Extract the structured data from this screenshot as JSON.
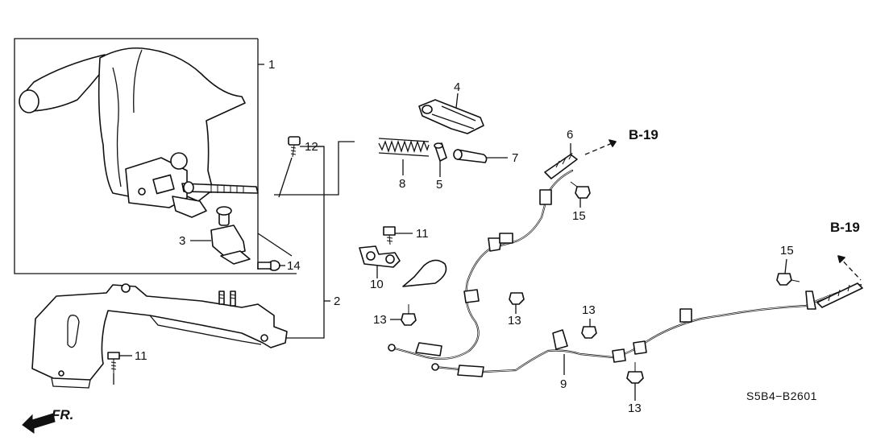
{
  "diagram": {
    "callouts": {
      "n1": "1",
      "n2": "2",
      "n3": "3",
      "n4": "4",
      "n5": "5",
      "n6": "6",
      "n7": "7",
      "n8": "8",
      "n9": "9",
      "n10": "10",
      "n11a": "11",
      "n11b": "11",
      "n12": "12",
      "n13a": "13",
      "n13b": "13",
      "n13c": "13",
      "n13d": "13",
      "n14": "14",
      "n15a": "15",
      "n15b": "15"
    },
    "references": {
      "ref_top": "B-19",
      "ref_right": "B-19"
    },
    "front_marker": "FR.",
    "drawing_code": "S5B4−B2601"
  }
}
